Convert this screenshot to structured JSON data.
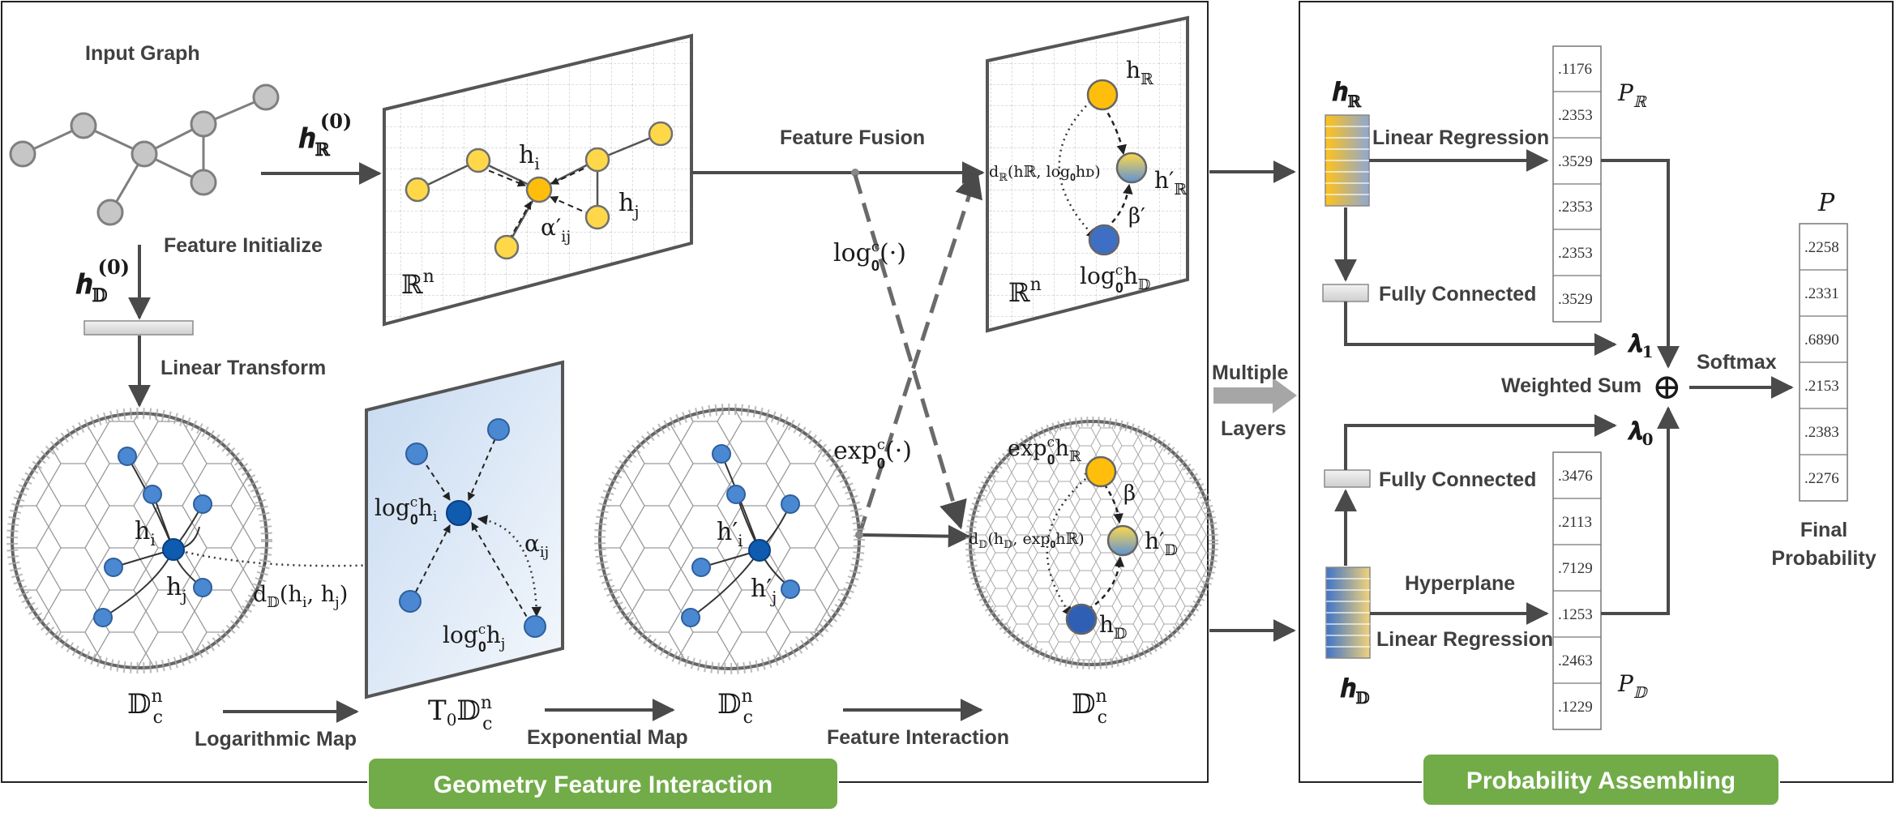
{
  "labels": {
    "input_graph": "Input Graph",
    "feature_initialize": "Feature  Initialize",
    "linear_transform": "Linear Transform",
    "feature_fusion": "Feature Fusion",
    "logarithmic_map": "Logarithmic Map",
    "exponential_map": "Exponential Map",
    "feature_interaction": "Feature Interaction",
    "multiple": "Multiple",
    "layers": "Layers",
    "linear_regression_top": "Linear Regression",
    "fully_connected_top": "Fully Connected",
    "fully_connected_bottom": "Fully Connected",
    "hyperplane": "Hyperplane",
    "linear_regression_bottom": "Linear Regression",
    "weighted_sum": "Weighted Sum",
    "softmax": "Softmax",
    "final": "Final",
    "probability": "Probability"
  },
  "math": {
    "h_r0": "𝒉",
    "h_r0_sub": "ℝ",
    "h_r0_sup": "(0)",
    "h_d0": "𝒉",
    "h_d0_sub": "𝔻",
    "h_d0_sup": "(0)",
    "rn": "ℝ",
    "rn_sup": "n",
    "hi": "h",
    "hi_sub": "i",
    "hj": "h",
    "hj_sub": "j",
    "alpha_prime": "α′",
    "alpha_prime_sub": "ij",
    "log0": "log",
    "log0_sup": "c",
    "log0_sub": "𝟎",
    "log0_arg": "(·)",
    "exp0": "exp",
    "exp0_sup": "c",
    "exp0_sub": "𝟎",
    "exp0_arg": "(·)",
    "h_R": "h",
    "h_R_sub": "ℝ",
    "h_R_prime": "h′",
    "beta_prime": "β′",
    "beta": "β",
    "h_D": "h",
    "h_D_sub": "𝔻",
    "h_D_prime": "h′",
    "log_hD": "log",
    "exp_hR": "exp",
    "dR": "d",
    "dR_sub": "ℝ",
    "dR_arg": "(hℝ, log",
    "dR_arg2": "hᴅ)",
    "dD": "d",
    "dD_sub": "𝔻",
    "dD_arg": "(h",
    "dD_arg_mid": ", exp",
    "dD_arg_end": "hℝ)",
    "log_hi": "log",
    "log_hi_h": "h",
    "log_hj": "log",
    "alpha": "α",
    "alpha_sub": "ij",
    "dD_hihj": "d",
    "dD_hihj_arg": "(h",
    "hi_prime": "h′",
    "hj_prime": "h′",
    "dcn": "𝔻",
    "dcn_sup": "n",
    "dcn_sub": "c",
    "t0": "T",
    "t0_sub": "0",
    "bold_hR": "𝒉",
    "bold_hD": "𝒉",
    "P_R": "P",
    "P_D": "P",
    "P": "P",
    "lambda1": "𝝀",
    "lambda1_sub": "1",
    "lambda0": "𝝀",
    "lambda0_sub": "0",
    "oplus": "⊕"
  },
  "vectors": {
    "p_r": [
      ".1176",
      ".2353",
      ".3529",
      ".2353",
      ".2353",
      ".3529"
    ],
    "p_d": [
      ".3476",
      ".2113",
      ".7129",
      ".1253",
      ".2463",
      ".1229"
    ],
    "p": [
      ".2258",
      ".2331",
      ".6890",
      ".2153",
      ".2383",
      ".2276"
    ]
  },
  "banners": {
    "geometry": "Geometry Feature Interaction",
    "probability": "Probability Assembling"
  },
  "colors": {
    "banner_green": "#71AC48",
    "node_gray": "#C6C6C6",
    "node_yellow": "#FFCB2E",
    "node_blue": "#4A88D2",
    "node_blue_dark": "#0F5BAF",
    "tangent_blue": "#DCE8F6"
  }
}
